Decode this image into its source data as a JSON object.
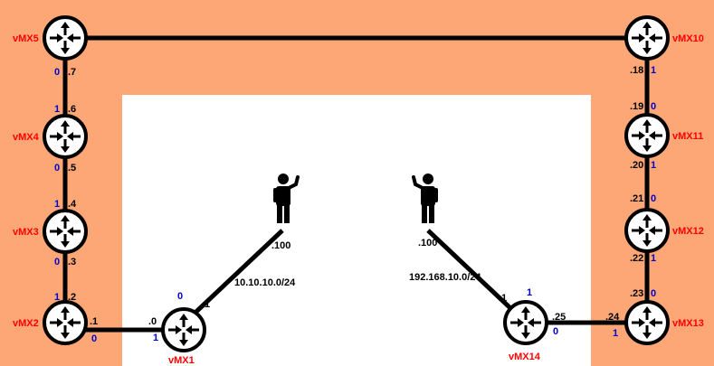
{
  "colors": {
    "band": "#FDA777",
    "inner": "#FFFFFF",
    "link": "#000000",
    "router_name": "#FF0000",
    "port": "#0000CC",
    "addr": "#000000"
  },
  "routers": {
    "vmx1": "vMX1",
    "vmx2": "vMX2",
    "vmx3": "vMX3",
    "vmx4": "vMX4",
    "vmx5": "vMX5",
    "vmx10": "vMX10",
    "vmx11": "vMX11",
    "vmx12": "vMX12",
    "vmx13": "vMX13",
    "vmx14": "vMX14"
  },
  "subnets": {
    "left": "10.10.10.0/24",
    "right": "192.168.10.0/24"
  },
  "hosts": {
    "left_addr": ".100",
    "right_addr": ".100"
  },
  "links": {
    "vmx5_vmx4": {
      "a_port": "0",
      "a_addr": ".7",
      "b_port": "1",
      "b_addr": ".6"
    },
    "vmx4_vmx3": {
      "a_port": "0",
      "a_addr": ".5",
      "b_port": "1",
      "b_addr": ".4"
    },
    "vmx3_vmx2": {
      "a_port": "0",
      "a_addr": ".3",
      "b_port": "1",
      "b_addr": ".2"
    },
    "vmx2_vmx1": {
      "a_port": "0",
      "a_addr": ".1",
      "b_port": "1",
      "b_addr": ".0"
    },
    "vmx1_host": {
      "port": "0",
      "addr": ".1"
    },
    "vmx10_vmx11": {
      "a_port": "1",
      "a_addr": ".18",
      "b_port": "0",
      "b_addr": ".19"
    },
    "vmx11_vmx12": {
      "a_port": "1",
      "a_addr": ".20",
      "b_port": "0",
      "b_addr": ".21"
    },
    "vmx12_vmx13": {
      "a_port": "1",
      "a_addr": ".22",
      "b_port": "0",
      "b_addr": ".23"
    },
    "vmx14_vmx13": {
      "a_port": "0",
      "a_addr": ".25",
      "b_port": "1",
      "b_addr": ".24"
    },
    "vmx14_host": {
      "port": "1",
      "addr": ".1"
    }
  }
}
